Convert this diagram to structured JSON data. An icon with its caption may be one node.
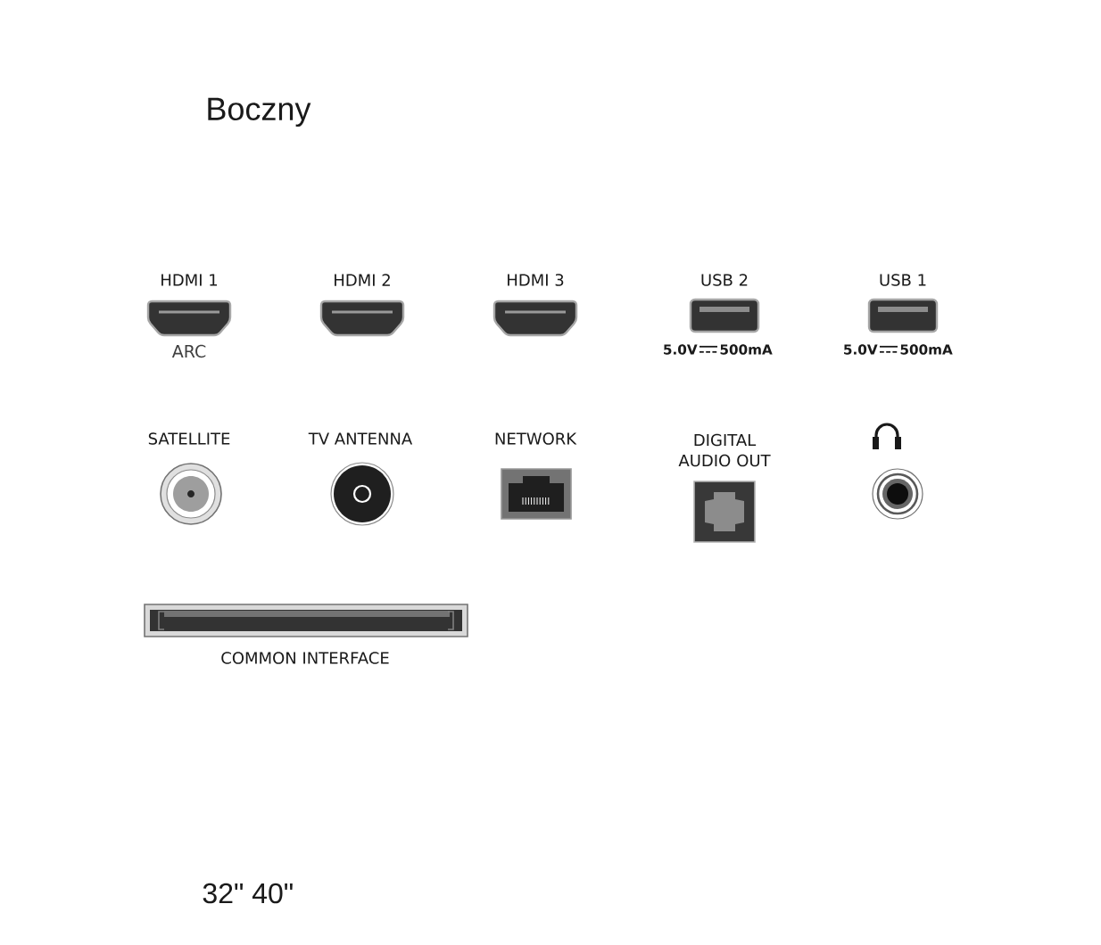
{
  "diagram": {
    "title": "Boczny",
    "labels": [
      "HDMI 1",
      "ARC",
      "HDMI 2",
      "HDMI 3",
      "USB 2",
      "5.0V",
      "500mA",
      "USB 1",
      "5.0V",
      "500mA",
      "SATELLITE",
      "TV ANTENNA",
      "NETWORK",
      "DIGITAL AUDIO OUT",
      "COMMON INTERFACE",
      "32\" 40\""
    ]
  }
}
